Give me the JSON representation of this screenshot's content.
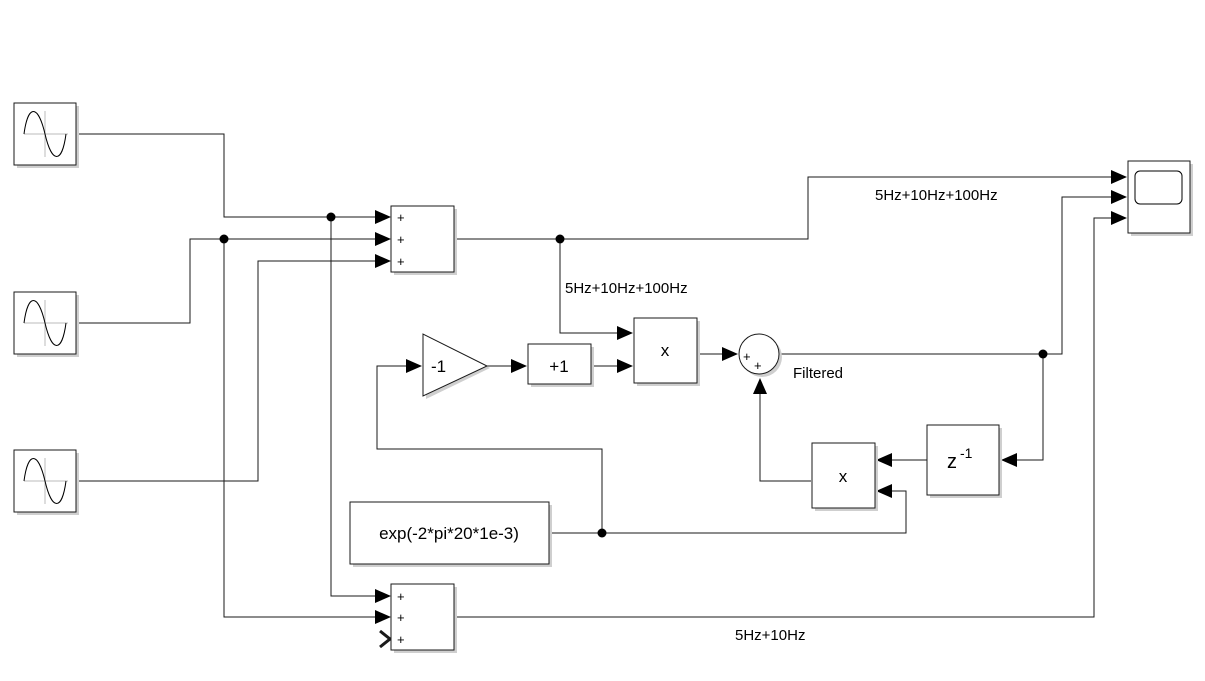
{
  "blocks": {
    "gain_label": "-1",
    "bias_label": "+1",
    "product1_label": "x",
    "product2_label": "x",
    "delay_base": "z",
    "delay_exponent": "-1",
    "constant_label": "exp(-2*pi*20*1e-3)",
    "sum_port_label": "+",
    "sum_round_port_label": "+"
  },
  "signals": {
    "scope_input1": "5Hz+10Hz+100Hz",
    "sum_output": "5Hz+10Hz+100Hz",
    "filtered": "Filtered",
    "low_sum_output": "5Hz+10Hz"
  },
  "icons": {
    "sine_source": "sine-wave-icon",
    "scope": "scope-screen-icon"
  }
}
